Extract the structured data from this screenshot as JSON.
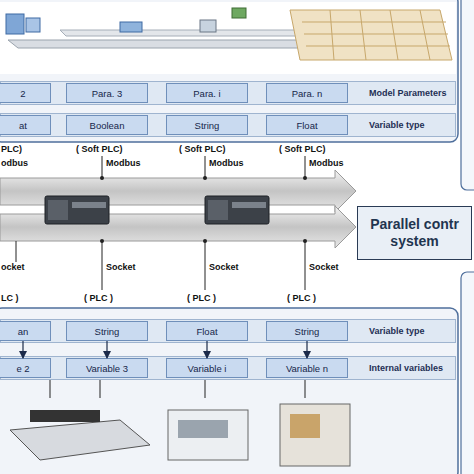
{
  "diagram": {
    "nodes": [
      {
        "text": [
          "Model Parameters"
        ]
      },
      {
        "text": [
          "2"
        ],
        "in": 0
      },
      {
        "text": [
          "Para. 3"
        ],
        "in": 0
      },
      {
        "text": [
          "Para. i"
        ],
        "in": 0
      },
      {
        "text": [
          "Para. n"
        ],
        "in": 0
      },
      {
        "text": [
          "Variable type"
        ]
      },
      {
        "text": [
          "at"
        ],
        "in": 5
      },
      {
        "text": [
          "Boolean"
        ],
        "in": 5
      },
      {
        "text": [
          "String"
        ],
        "in": 5
      },
      {
        "text": [
          "Float"
        ],
        "in": 5
      },
      {
        "text": [
          "Parallel contr system"
        ]
      },
      {
        "text": [
          "Variable type"
        ]
      },
      {
        "text": [
          "an"
        ],
        "in": 11
      },
      {
        "text": [
          "String"
        ],
        "in": 11
      },
      {
        "text": [
          "Float"
        ],
        "in": 11
      },
      {
        "text": [
          "String"
        ],
        "in": 11
      },
      {
        "text": [
          "Internal variables"
        ]
      },
      {
        "text": [
          "e 2"
        ],
        "in": 16
      },
      {
        "text": [
          "Variable 3"
        ],
        "in": 16
      },
      {
        "text": [
          "Variable i"
        ],
        "in": 16
      },
      {
        "text": [
          "Variable n"
        ],
        "in": 16
      }
    ],
    "edges": [
      {
        "from": 12,
        "to": 17,
        "arrow": "to"
      },
      {
        "from": 13,
        "to": 18,
        "arrow": "to"
      },
      {
        "from": 14,
        "to": 19,
        "arrow": "to"
      },
      {
        "from": 15,
        "to": 20,
        "arrow": "to"
      }
    ],
    "labels": [
      "PLC)",
      "( Soft PLC)",
      "( Soft PLC)",
      "( Soft PLC)",
      "odbus",
      "Modbus",
      "Modbus",
      "Modbus",
      "ocket",
      "Socket",
      "Socket",
      "Socket",
      "LC )",
      "( PLC )",
      "( PLC )",
      "( PLC )"
    ]
  }
}
